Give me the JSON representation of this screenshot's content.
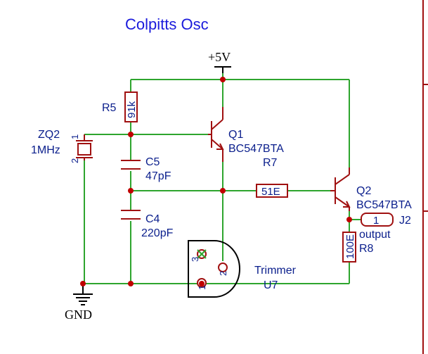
{
  "title": "Colpitts Osc",
  "power": {
    "label": "+5V"
  },
  "ground": {
    "label": "GND"
  },
  "crystal": {
    "ref": "ZQ2",
    "value": "1MHz",
    "pin1": "1",
    "pin2": "2"
  },
  "r5": {
    "ref": "R5",
    "value": "91k"
  },
  "c5": {
    "ref": "C5",
    "value": "47pF"
  },
  "c4": {
    "ref": "C4",
    "value": "220pF"
  },
  "q1": {
    "ref": "Q1",
    "value": "BC547BTA"
  },
  "r7": {
    "ref": "R7",
    "value": "51E"
  },
  "q2": {
    "ref": "Q2",
    "value": "BC547BTA"
  },
  "j2": {
    "ref": "J2",
    "pin": "1",
    "net": "output"
  },
  "r8": {
    "ref": "R8",
    "value": "100E"
  },
  "trimmer": {
    "ref": "U7",
    "value": "Trimmer",
    "pin1": "1",
    "pin2": "2",
    "pin3": "3"
  },
  "colors": {
    "wire": "#2ea52e",
    "component": "#a01010",
    "label": "#0a1e8c",
    "title": "#1a1adc",
    "junction": "#c00000"
  }
}
